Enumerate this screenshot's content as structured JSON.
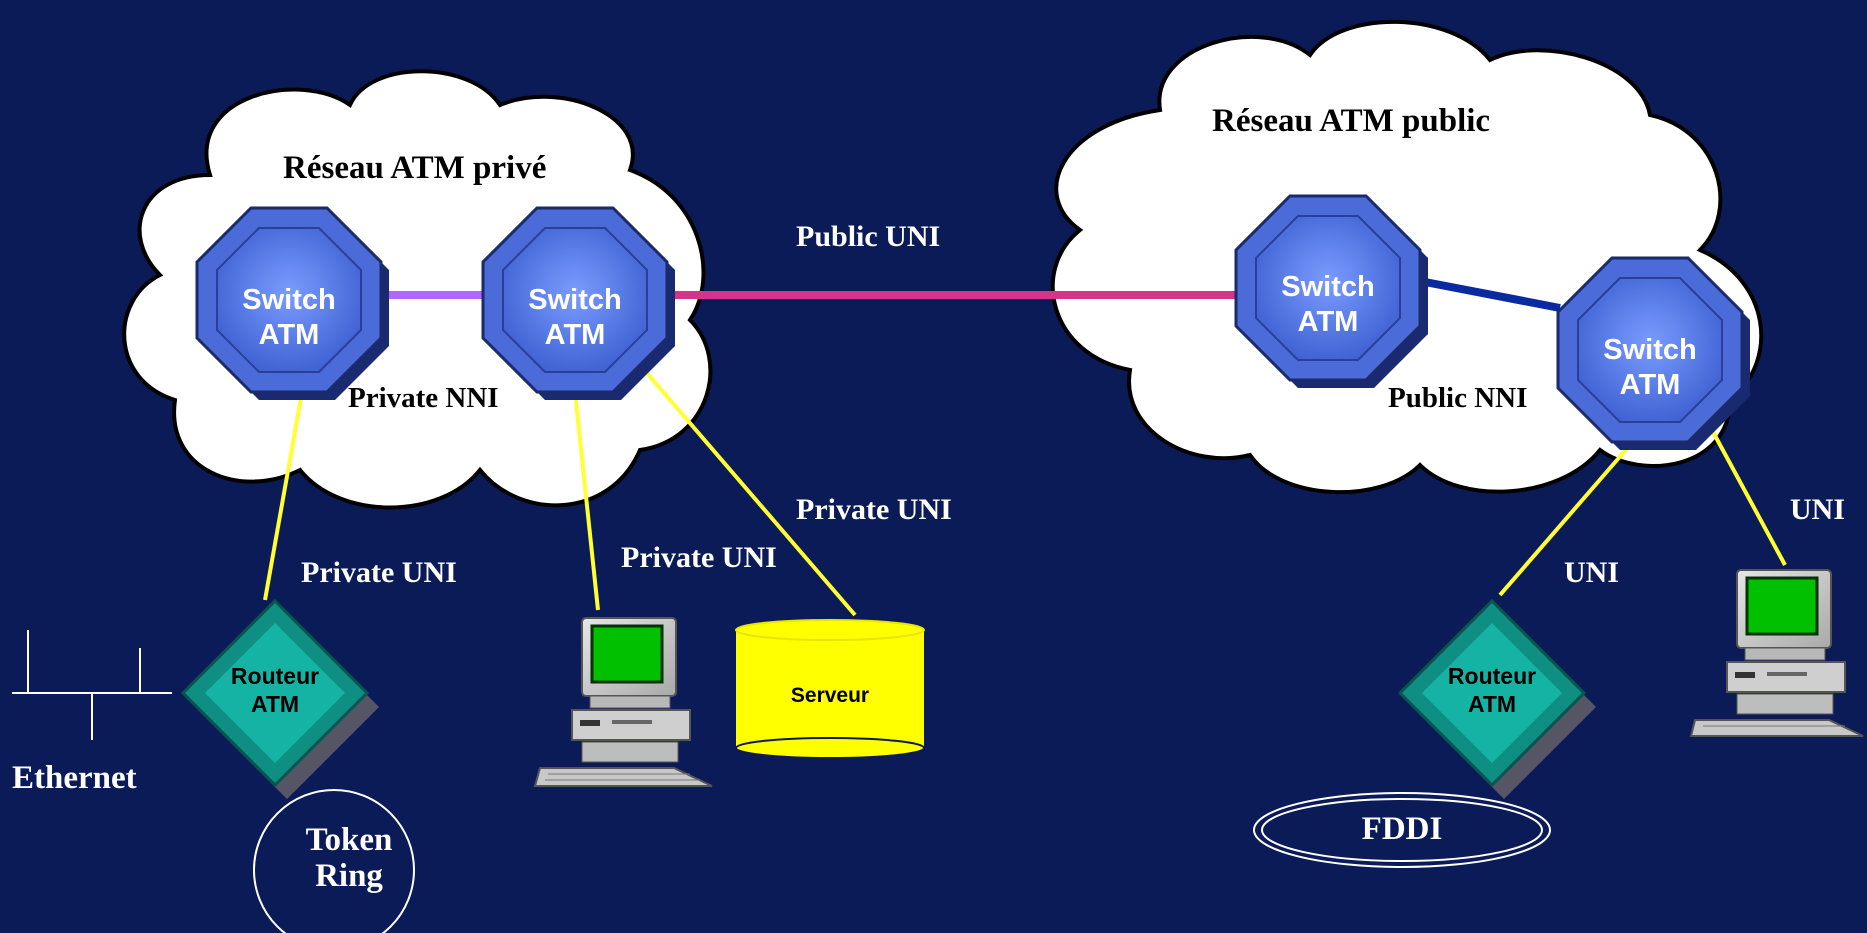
{
  "clouds": {
    "private_title": "Réseau ATM privé",
    "public_title": "Réseau ATM public"
  },
  "switch_label_line1": "Switch",
  "switch_label_line2": "ATM",
  "router_label_line1": "Routeur",
  "router_label_line2": "ATM",
  "links": {
    "public_uni": "Public UNI",
    "private_nni": "Private NNI",
    "public_nni": "Public NNI",
    "private_uni_server": "Private UNI",
    "private_uni_pc": "Private UNI",
    "private_uni_router": "Private UNI",
    "uni_router": "UNI",
    "uni_pc": "UNI"
  },
  "server_label": "Serveur",
  "ethernet_label": "Ethernet",
  "token_ring_line1": "Token",
  "token_ring_line2": "Ring",
  "fddi_label": "FDDI",
  "colors": {
    "background": "#0b1b57",
    "switch": "#5a7fe8",
    "router": "#12a89a",
    "server": "#ffff00",
    "uni_link": "#ffff33",
    "nni_private": "#b266ff",
    "uni_public": "#d6338a",
    "nni_public": "#0a2aa0"
  }
}
